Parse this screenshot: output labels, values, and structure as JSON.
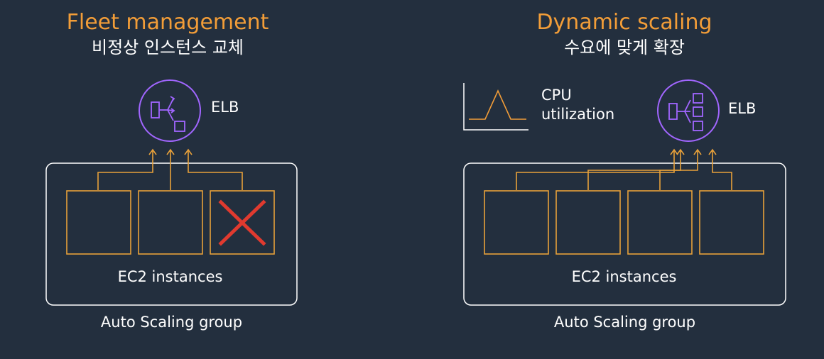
{
  "left": {
    "title": "Fleet management",
    "subtitle": "비정상 인스턴스 교체",
    "elb_label": "ELB",
    "instances_label": "EC2 instances",
    "group_label": "Auto Scaling group"
  },
  "right": {
    "title": "Dynamic scaling",
    "subtitle": "수요에 맞게 확장",
    "cpu_label_line1": "CPU",
    "cpu_label_line2": "utilization",
    "elb_label": "ELB",
    "instances_label": "EC2 instances",
    "group_label": "Auto Scaling group"
  },
  "colors": {
    "background": "#232f3e",
    "accent_orange": "#f29d38",
    "instance_border": "#e8a13a",
    "elb_purple": "#a166ff",
    "failed_x": "#e03a2f",
    "group_border": "#ffffff"
  }
}
